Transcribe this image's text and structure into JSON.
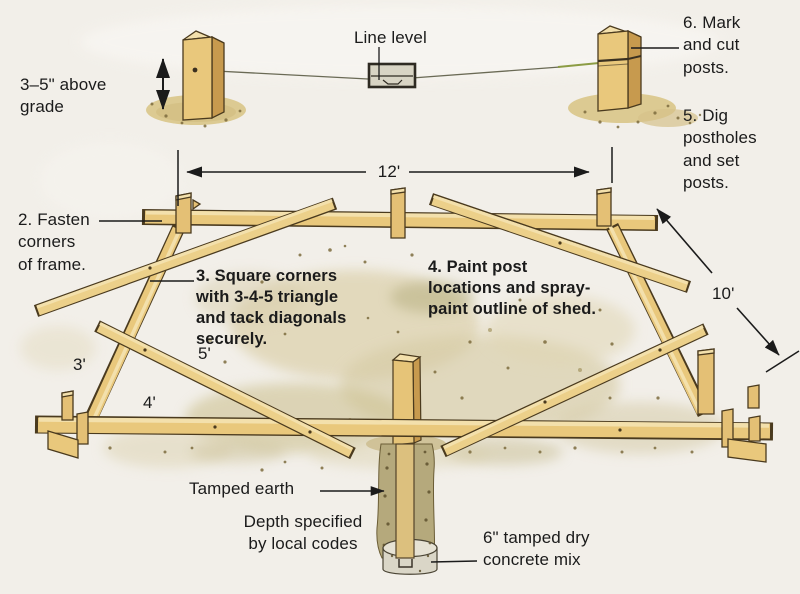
{
  "labels": {
    "grade_note": "3–5\" above\ngrade",
    "line_level": "Line level",
    "step2": "2. Fasten\ncorners\nof frame.",
    "step3": "3. Square corners\nwith 3-4-5 triangle\nand tack diagonals\nsecurely.",
    "step4": "4. Paint post\nlocations and spray-\npaint outline of shed.",
    "step5": "5. Dig\npostholes\nand set\nposts.",
    "step6": "6. Mark\nand cut\nposts.",
    "tamped_earth": "Tamped earth",
    "depth_note": "Depth specified\nby local codes",
    "concrete_note": "6\" tamped dry\nconcrete mix"
  },
  "dimensions": {
    "frame_width": "12'",
    "frame_depth": "10'",
    "triangle_side_a": "3'",
    "triangle_side_b": "4'",
    "triangle_hypotenuse": "5'"
  },
  "colors": {
    "background": "#f2efe9",
    "wood_face": "#e9c87c",
    "wood_highlight": "#f3e0ac",
    "wood_shadow": "#c79a4e",
    "outline": "#4a3a1e",
    "ink": "#1b1b1b",
    "ground_blotch": "#d8cda6",
    "tamped_earth": "#b5a97c",
    "concrete": "#dad6c7",
    "string_green": "#8c9c44"
  }
}
